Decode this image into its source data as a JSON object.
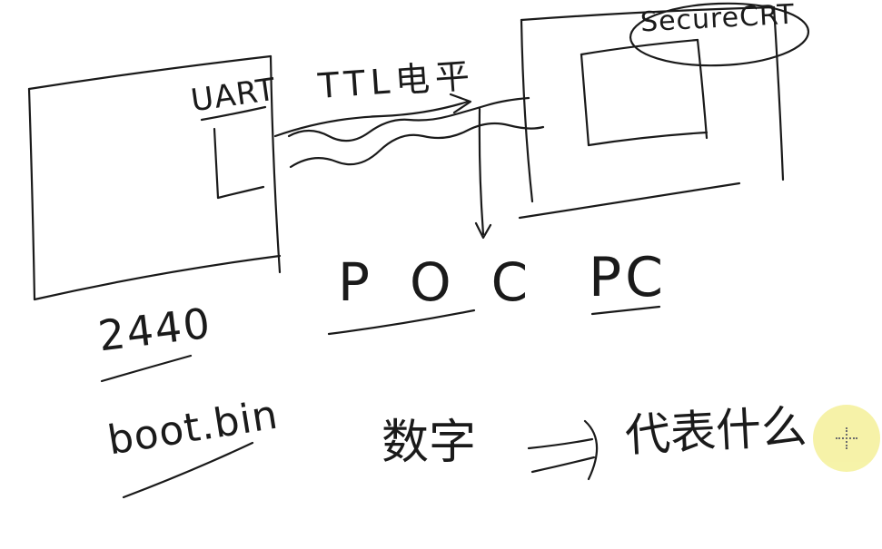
{
  "labels": {
    "uart": "UART",
    "ttl": "TTL电平",
    "secure_crt": "SecureCRT",
    "poc": "POC",
    "pc": "PC",
    "board": "2440",
    "boot_bin": "boot.bin",
    "shuzi": "数字",
    "daibiao": "代表什么"
  },
  "cursor": {
    "icon": "crosshair-cursor-icon",
    "color": "#f6f2a4"
  },
  "colors": {
    "ink": "#1a1a1a",
    "background": "#ffffff"
  }
}
